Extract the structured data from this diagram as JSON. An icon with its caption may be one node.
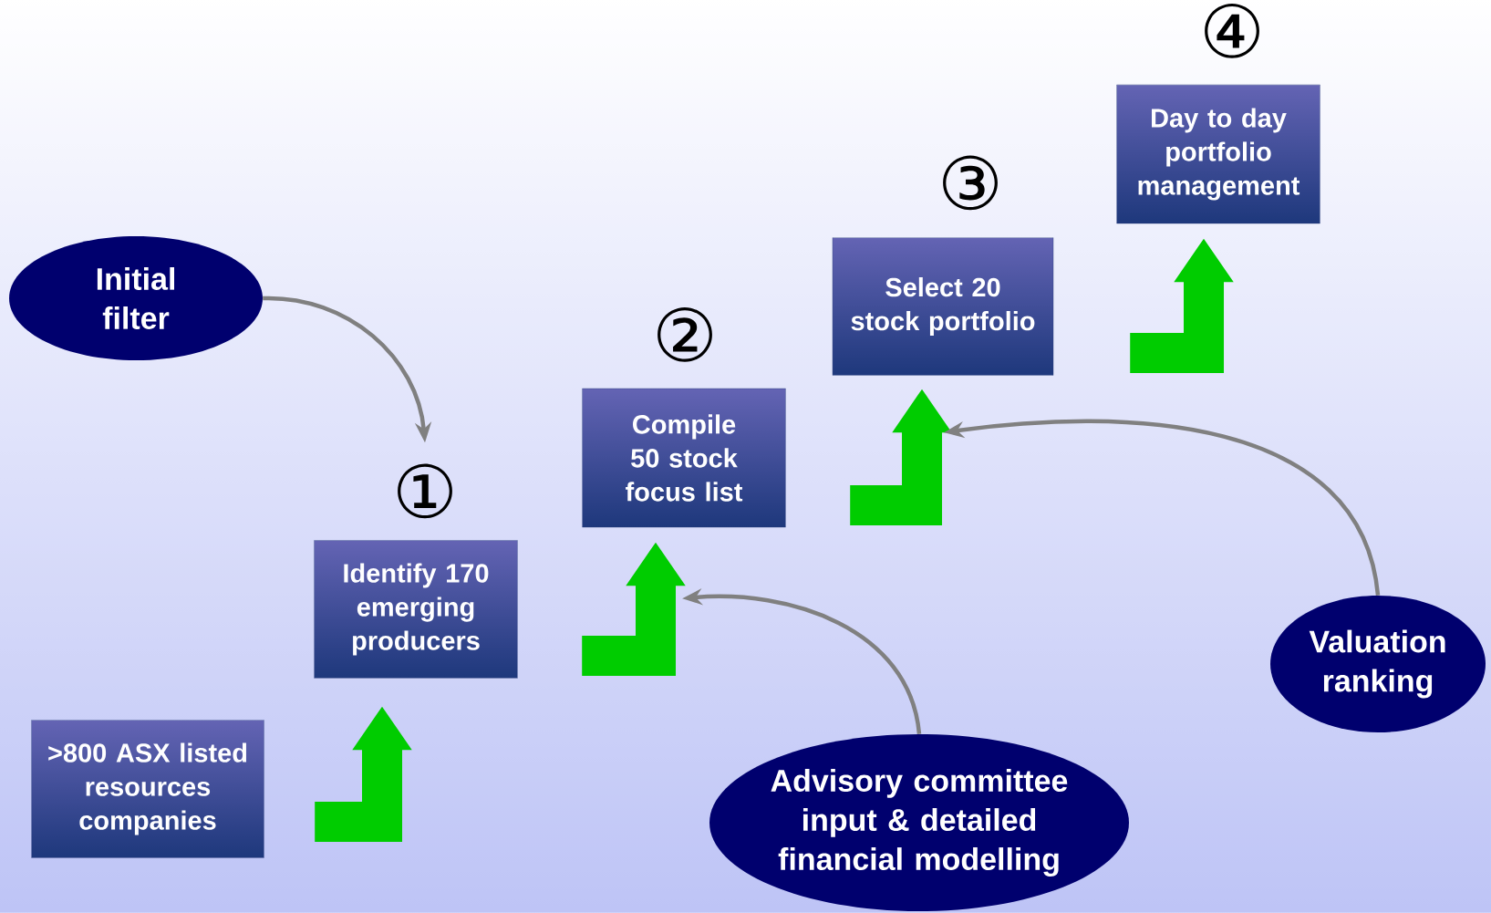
{
  "diagram": {
    "nodes": [
      {
        "text": [
          "Initial filter"
        ]
      },
      {
        "text": [
          ">800 ASX listed resources companies"
        ]
      },
      {
        "text": [
          "Identify 170 emerging producers"
        ],
        "beside": [
          "①"
        ]
      },
      {
        "text": [
          "Compile 50 stock focus list"
        ],
        "beside": [
          "②"
        ]
      },
      {
        "text": [
          "Select 20 stock portfolio"
        ],
        "beside": [
          "③"
        ]
      },
      {
        "text": [
          "Day to day portfolio management"
        ],
        "beside": [
          "④"
        ]
      },
      {
        "text": [
          "Advisory committee input & detailed financial modelling"
        ]
      },
      {
        "text": [
          "Valuation ranking"
        ]
      }
    ],
    "edges": [
      {
        "from": 1,
        "to": 2,
        "arrow": "to"
      },
      {
        "from": 2,
        "to": 3,
        "arrow": "to"
      },
      {
        "from": 3,
        "to": 4,
        "arrow": "to"
      },
      {
        "from": 4,
        "to": 5,
        "arrow": "to"
      },
      {
        "from": 0,
        "to": 2,
        "arrow": "to",
        "color": "#808080"
      },
      {
        "from": 6,
        "to": 3,
        "arrow": "to",
        "color": "#808080"
      },
      {
        "from": 7,
        "to": 4,
        "arrow": "to",
        "color": "#808080"
      }
    ]
  }
}
